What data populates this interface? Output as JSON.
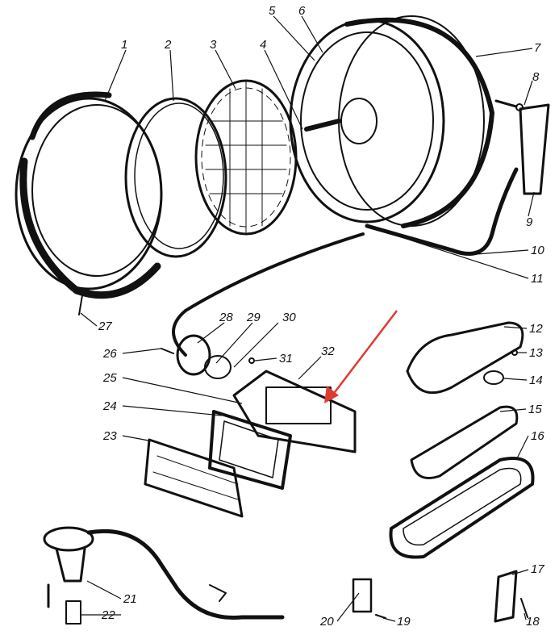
{
  "diagram": {
    "parts": [
      {
        "id": "1",
        "label": "1"
      },
      {
        "id": "2",
        "label": "2"
      },
      {
        "id": "3",
        "label": "3"
      },
      {
        "id": "4",
        "label": "4"
      },
      {
        "id": "5",
        "label": "5"
      },
      {
        "id": "6",
        "label": "6"
      },
      {
        "id": "7",
        "label": "7"
      },
      {
        "id": "8",
        "label": "8"
      },
      {
        "id": "9",
        "label": "9"
      },
      {
        "id": "10",
        "label": "10"
      },
      {
        "id": "11",
        "label": "11"
      },
      {
        "id": "12",
        "label": "12"
      },
      {
        "id": "13",
        "label": "13"
      },
      {
        "id": "14",
        "label": "14"
      },
      {
        "id": "15",
        "label": "15"
      },
      {
        "id": "16",
        "label": "16"
      },
      {
        "id": "17",
        "label": "17"
      },
      {
        "id": "18",
        "label": "18"
      },
      {
        "id": "19",
        "label": "19"
      },
      {
        "id": "20",
        "label": "20"
      },
      {
        "id": "21",
        "label": "21"
      },
      {
        "id": "22",
        "label": "22"
      },
      {
        "id": "23",
        "label": "23"
      },
      {
        "id": "24",
        "label": "24"
      },
      {
        "id": "25",
        "label": "25"
      },
      {
        "id": "26",
        "label": "26"
      },
      {
        "id": "27",
        "label": "27"
      },
      {
        "id": "28",
        "label": "28"
      },
      {
        "id": "29",
        "label": "29"
      },
      {
        "id": "30",
        "label": "30"
      },
      {
        "id": "31",
        "label": "31"
      },
      {
        "id": "32",
        "label": "32"
      }
    ],
    "arrow_color": "#e03a2f",
    "ink_color": "#111111"
  }
}
